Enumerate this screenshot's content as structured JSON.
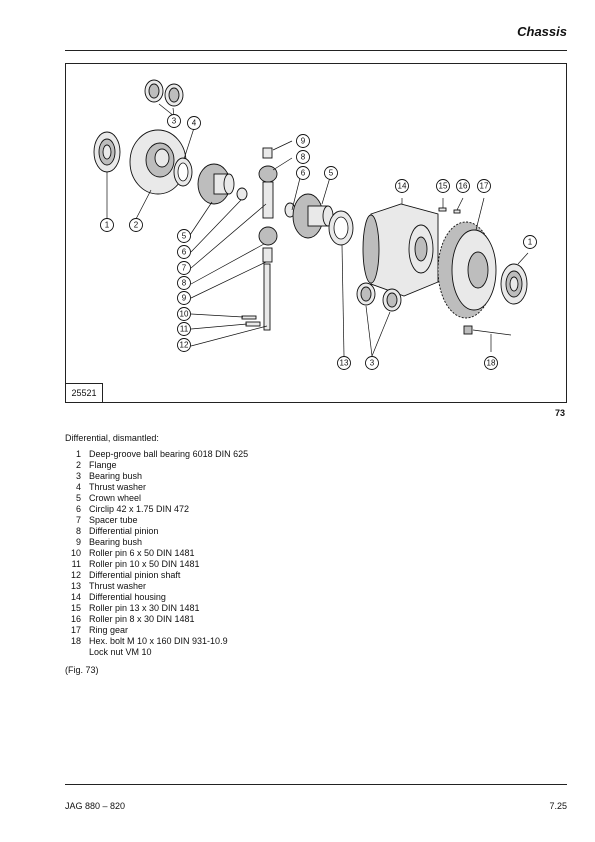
{
  "header": {
    "title": "Chassis"
  },
  "figure": {
    "id": "25521",
    "number": "73",
    "callouts": [
      "1",
      "2",
      "3",
      "4",
      "5",
      "6",
      "7",
      "8",
      "9",
      "10",
      "11",
      "12",
      "13",
      "14",
      "15",
      "16",
      "17",
      "18"
    ]
  },
  "caption": "Differential, dismantled:",
  "parts": [
    {
      "num": "1",
      "desc": "Deep-groove ball bearing 6018 DIN 625"
    },
    {
      "num": "2",
      "desc": "Flange"
    },
    {
      "num": "3",
      "desc": "Bearing bush"
    },
    {
      "num": "4",
      "desc": "Thrust washer"
    },
    {
      "num": "5",
      "desc": "Crown wheel"
    },
    {
      "num": "6",
      "desc": "Circlip 42 x 1.75 DIN 472"
    },
    {
      "num": "7",
      "desc": "Spacer tube"
    },
    {
      "num": "8",
      "desc": "Differential pinion"
    },
    {
      "num": "9",
      "desc": "Bearing bush"
    },
    {
      "num": "10",
      "desc": "Roller pin 6 x 50 DIN 1481"
    },
    {
      "num": "11",
      "desc": "Roller pin 10 x 50 DIN 1481"
    },
    {
      "num": "12",
      "desc": "Differential pinion shaft"
    },
    {
      "num": "13",
      "desc": "Thrust washer"
    },
    {
      "num": "14",
      "desc": "Differential housing"
    },
    {
      "num": "15",
      "desc": "Roller pin 13 x 30 DIN 1481"
    },
    {
      "num": "16",
      "desc": "Roller pin 8 x 30 DIN 1481"
    },
    {
      "num": "17",
      "desc": "Ring gear"
    },
    {
      "num": "18",
      "desc": "Hex. bolt M 10 x 160 DIN 931-10.9"
    },
    {
      "num": "",
      "desc": "Lock nut VM 10"
    }
  ],
  "fig_ref": "(Fig. 73)",
  "footer": {
    "left": "JAG 880 – 820",
    "right": "7.25"
  }
}
